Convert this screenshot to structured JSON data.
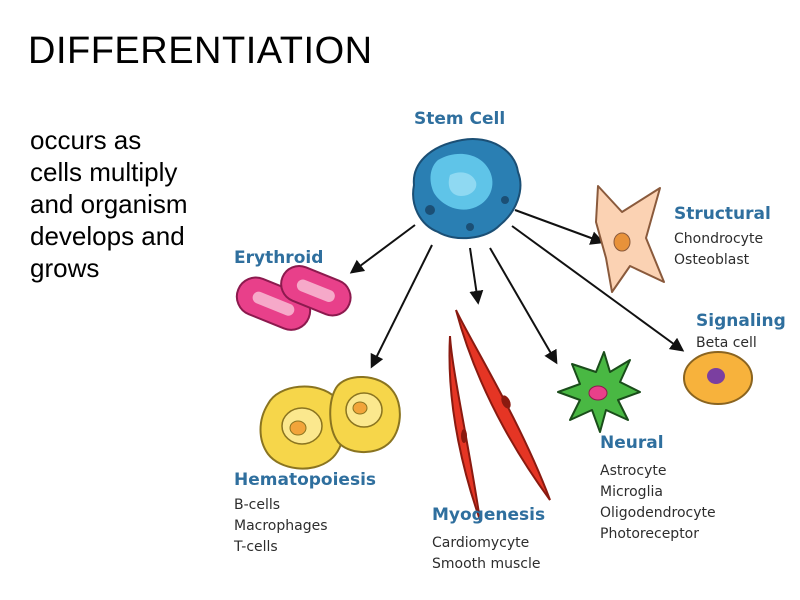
{
  "slide": {
    "title": "DIFFERENTIATION",
    "body_lines": [
      "occurs as",
      "cells multiply",
      "and organism",
      "develops and",
      "grows"
    ]
  },
  "diagram": {
    "stem_cell": "Stem Cell",
    "erythroid": {
      "heading": "Erythroid"
    },
    "structural": {
      "heading": "Structural",
      "items": [
        "Chondrocyte",
        "Osteoblast"
      ]
    },
    "signaling": {
      "heading": "Signaling",
      "items": [
        "Beta cell"
      ]
    },
    "neural": {
      "heading": "Neural",
      "items": [
        "Astrocyte",
        "Microglia",
        "Oligodendrocyte",
        "Photoreceptor"
      ]
    },
    "myogenesis": {
      "heading": "Myogenesis",
      "items": [
        "Cardiomycyte",
        "Smooth muscle"
      ]
    },
    "hematopoiesis": {
      "heading": "Hematopoiesis",
      "items": [
        "B-cells",
        "Macrophages",
        "T-cells"
      ]
    }
  },
  "colors": {
    "heading_blue": "#2f6f9e",
    "stem_blue": "#2a7fb3",
    "erythroid_pink": "#e8408a",
    "structural_peach": "#fbd2b3",
    "signaling_orange": "#f7b23c",
    "neural_green": "#49b843",
    "muscle_red": "#e53524",
    "hemato_yellow": "#f6d64a"
  }
}
